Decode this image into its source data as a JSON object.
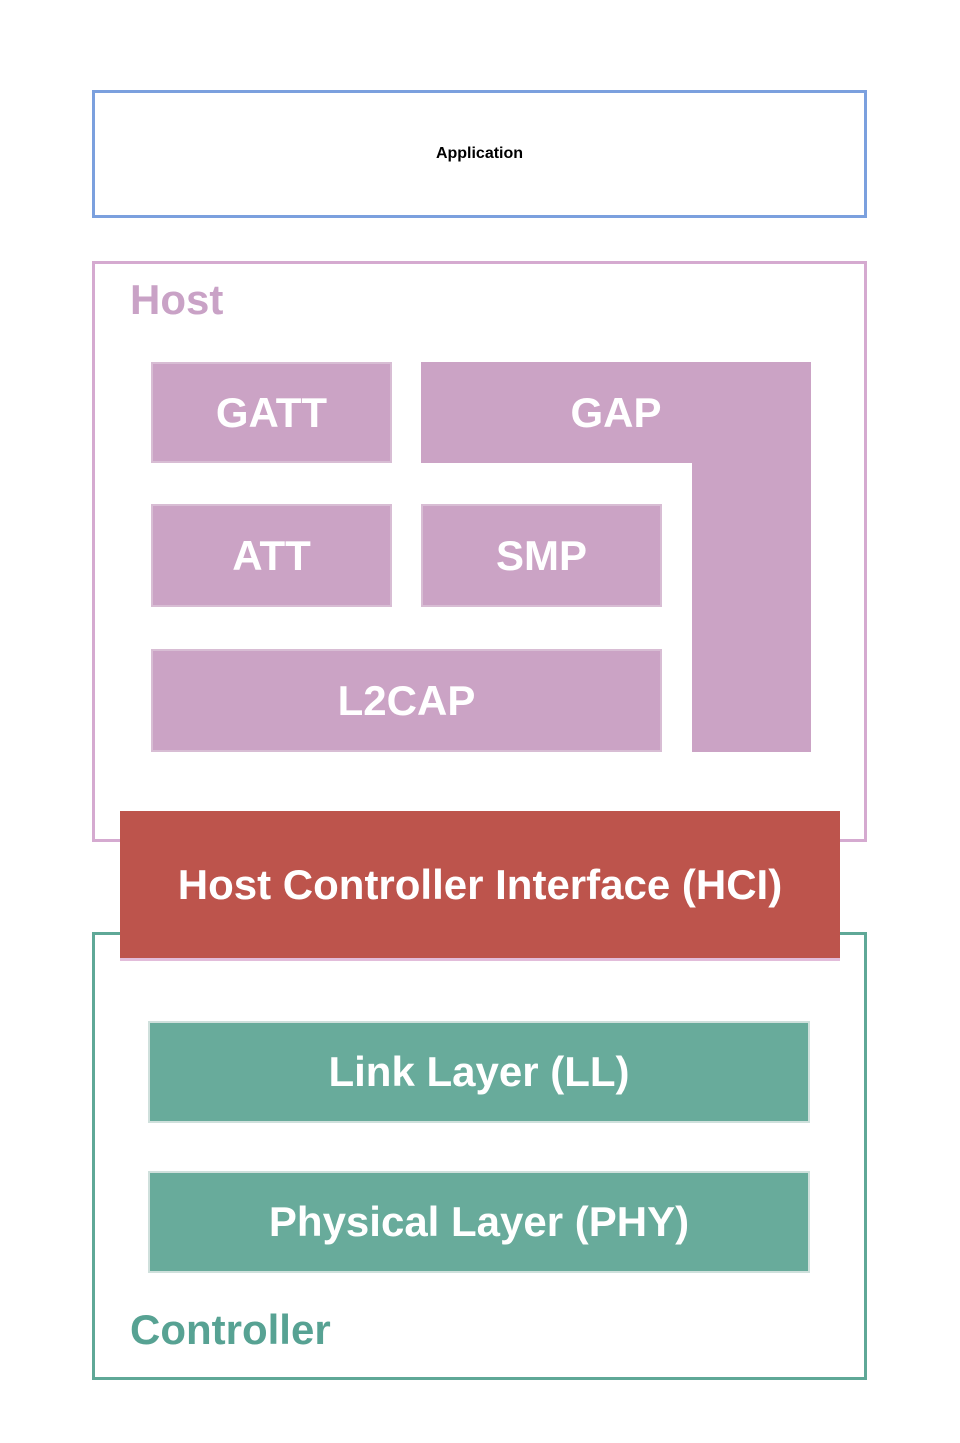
{
  "application": {
    "label": "Application"
  },
  "host": {
    "label": "Host",
    "gatt": "GATT",
    "gap": "GAP",
    "att": "ATT",
    "smp": "SMP",
    "l2cap": "L2CAP"
  },
  "hci": {
    "label": "Host Controller Interface (HCI)"
  },
  "controller": {
    "label": "Controller",
    "link_layer": "Link Layer (LL)",
    "physical_layer": "Physical Layer (PHY)"
  },
  "colors": {
    "application_border": "#7ba0de",
    "application_text": "#7aa2e0",
    "host_border": "#d5aad0",
    "host_text": "#c9a2c6",
    "host_block_fill": "#cba3c5",
    "hci_fill": "#bd544c",
    "controller_border": "#5fa897",
    "controller_text": "#57a293",
    "controller_block_fill": "#68ab9b",
    "block_text": "#ffffff",
    "background": "#ffffff"
  }
}
